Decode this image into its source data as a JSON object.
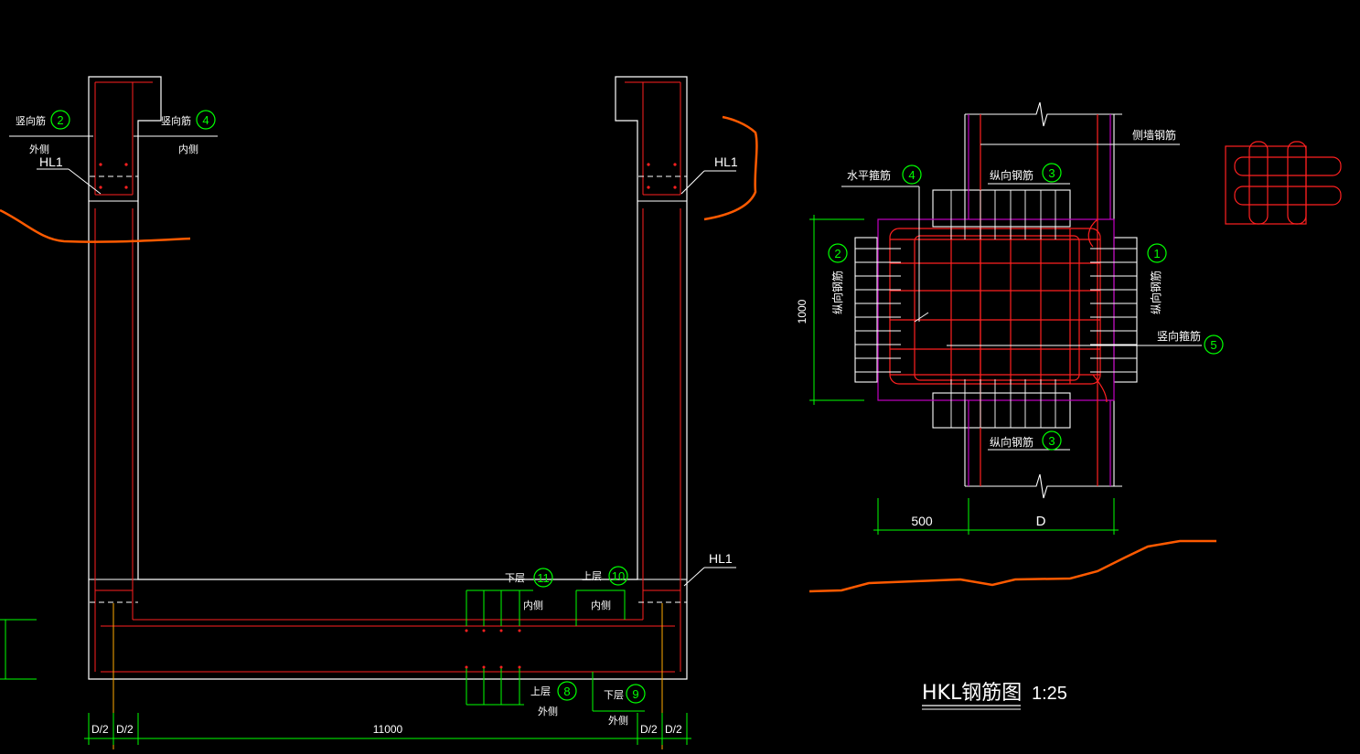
{
  "drawing": {
    "left_labels": {
      "vertical_bar_left": "竖向筋",
      "vertical_bar_right": "竖向筋",
      "outer": "外侧",
      "inner": "内侧",
      "hl1_a": "HL1",
      "hl1_b": "HL1",
      "hl1_c": "HL1",
      "lower_layer_top": "下层",
      "upper_layer_top": "上层",
      "inner_a": "内侧",
      "inner_b": "内侧",
      "upper_layer_bottom": "上层",
      "lower_layer_bottom": "下层",
      "outer_a": "外侧",
      "outer_b": "外侧"
    },
    "markers": {
      "m2_left": "2",
      "m4_left": "4",
      "m11": "11",
      "m10": "10",
      "m8": "8",
      "m9": "9"
    },
    "dims_bottom": {
      "d1": "D/2",
      "d2": "D/2",
      "span": "11000",
      "d3": "D/2",
      "d4": "D/2"
    },
    "section": {
      "side_rebar": "侧墙钢筋",
      "horizontal_stirrup": "水平箍筋",
      "long_rebar_top": "纵向钢筋",
      "long_rebar_bottom": "纵向钢筋",
      "long_rebar_left": "纵向钢筋",
      "long_rebar_right": "纵向钢筋",
      "vertical_stirrup": "竖向箍筋",
      "height_dim": "1000",
      "dim_500": "500",
      "dim_D": "D",
      "m1": "1",
      "m2": "2",
      "m3_top": "3",
      "m3_bottom": "3",
      "m4": "4",
      "m5": "5"
    },
    "title": {
      "name": "HKL钢筋图",
      "scale": "1:25"
    }
  },
  "colors": {
    "background": "#000000",
    "outline": "#ffffff",
    "rebar": "#ff2020",
    "dimension": "#00ff00",
    "break_line": "#ff5a00",
    "stirrup": "#c000c0"
  }
}
